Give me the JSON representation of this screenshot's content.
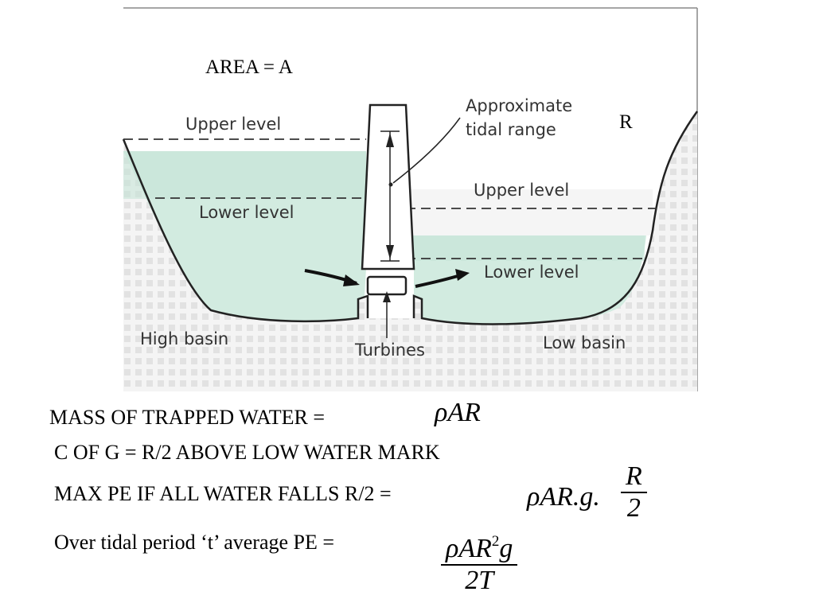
{
  "diagram": {
    "area_label": "AREA = A",
    "range_symbol": "R",
    "labels": {
      "upper_left": "Upper level",
      "lower_left": "Lower level",
      "approx_1": "Approximate",
      "approx_2": "tidal range",
      "upper_right": "Upper level",
      "lower_right": "Lower level",
      "high_basin": "High basin",
      "low_basin": "Low basin",
      "turbines": "Turbines"
    },
    "colors": {
      "water": "#d2ebe0",
      "ground_pattern": "#e4e4e4",
      "outline": "#222222"
    }
  },
  "equations": {
    "mass_label": "MASS OF TRAPPED WATER =",
    "mass_expr": "ρAR",
    "cog_label": "C OF G = R/2 ABOVE LOW WATER MARK",
    "maxpe_label": "MAX PE IF ALL WATER FALLS R/2 =",
    "maxpe_expr": "ρAR.g.",
    "maxpe_num": "R",
    "maxpe_den": "2",
    "avg_label": "Over tidal period ‘t’ average PE =",
    "avg_num_main": "ρAR",
    "avg_num_exp": "2",
    "avg_num_tail": "g",
    "avg_den": "2T"
  }
}
